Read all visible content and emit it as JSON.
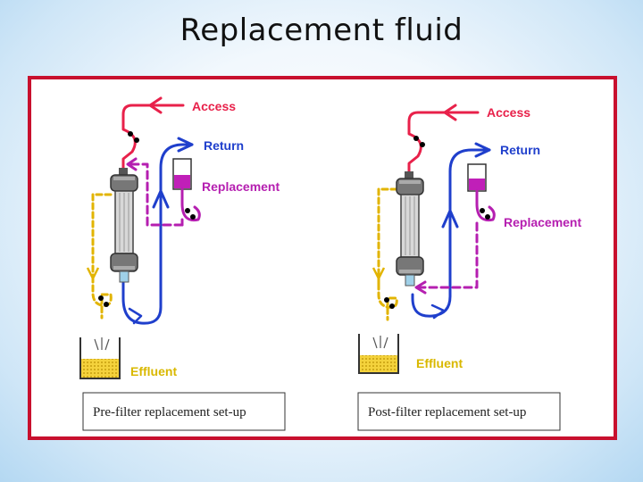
{
  "slide": {
    "title": "Replacement fluid"
  },
  "colors": {
    "access": "#e8214a",
    "return": "#1f3fcc",
    "replacement": "#b51fb0",
    "effluent": "#e2b400",
    "frame": "#c8102e",
    "label_red": "#e8214a",
    "label_blue": "#1f3fcc",
    "label_purple": "#b51fb0",
    "label_yellow": "#d9b800"
  },
  "panels": {
    "pre": {
      "labels": {
        "access": "Access",
        "return": "Return",
        "replacement": "Replacement",
        "effluent": "Effluent"
      },
      "caption": "Pre-filter replacement set-up"
    },
    "post": {
      "labels": {
        "access": "Access",
        "return": "Return",
        "replacement": "Replacement",
        "effluent": "Effluent"
      },
      "caption": "Post-filter replacement set-up"
    }
  }
}
